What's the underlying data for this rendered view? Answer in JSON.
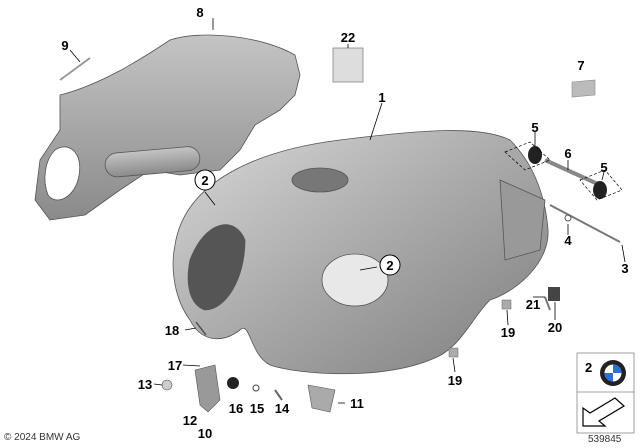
{
  "diagram": {
    "labels": [
      "1",
      "2",
      "2",
      "3",
      "4",
      "5",
      "5",
      "6",
      "7",
      "8",
      "9",
      "10",
      "11",
      "12",
      "13",
      "14",
      "15",
      "16",
      "17",
      "18",
      "19",
      "19",
      "20",
      "21",
      "22"
    ],
    "legend_box": {
      "number": "2",
      "emblem": "bmw-roundel-icon",
      "arrow": "arrow-icon"
    }
  },
  "footer": {
    "copyright": "© 2024 BMW AG",
    "diagram_id": "539845"
  },
  "colors": {
    "part_gray": "#a8a8a8",
    "bmw_blue": "#2f6fd6"
  }
}
